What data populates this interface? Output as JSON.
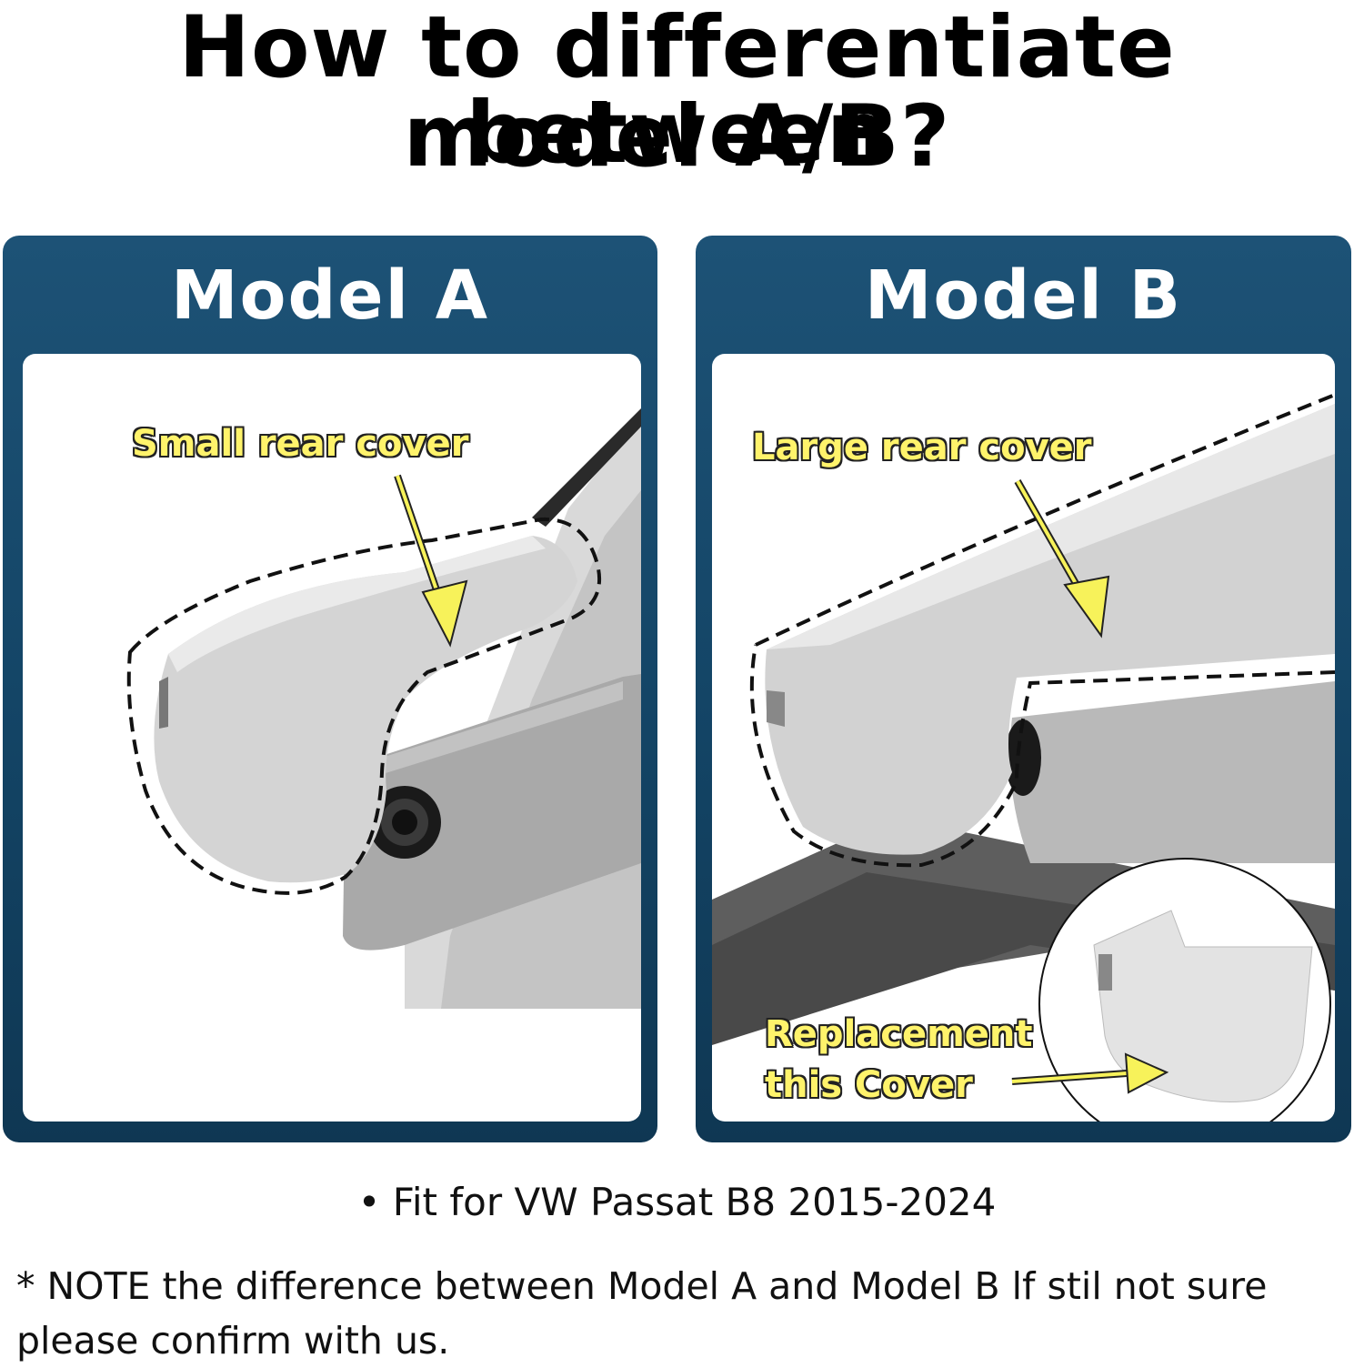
{
  "heading": {
    "line1": "How to differentiate between",
    "line2": "model A/B?"
  },
  "model_a": {
    "title": "Model A",
    "callout": "Small rear cover"
  },
  "model_b": {
    "title": "Model B",
    "callout": "Large rear cover",
    "replacement_line1": "Replacement",
    "replacement_line2": "this Cover"
  },
  "fit_text": "• Fit for VW Passat B8 2015-2024",
  "note_text": "* NOTE the difference between Model A and Model B lf stil not sure please confirm with us.",
  "colors": {
    "panel_blue": "#1d5276",
    "callout_yellow": "#fff36b",
    "arrow_yellow": "#f7f25a"
  }
}
